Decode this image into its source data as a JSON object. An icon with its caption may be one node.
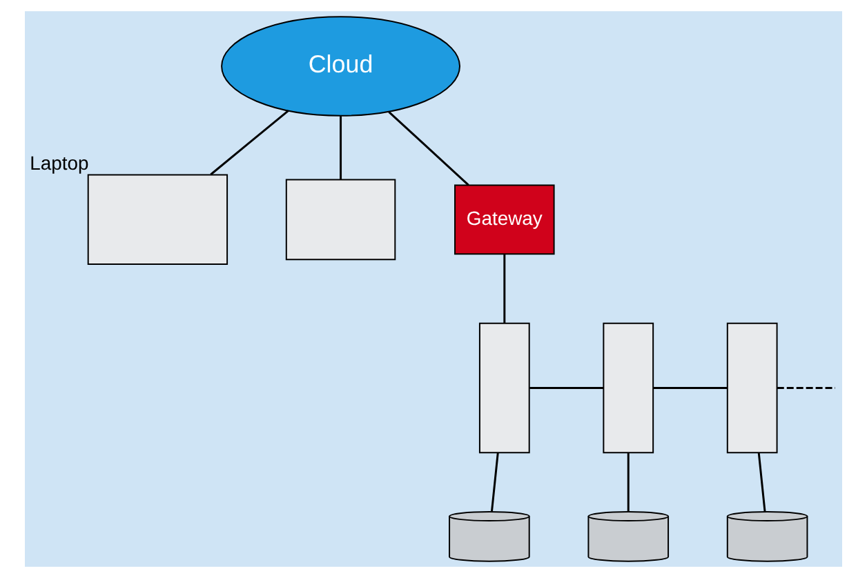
{
  "diagram": {
    "nodes": [
      {
        "text": [
          "Cloud"
        ]
      },
      {
        "text": [],
        "shape": "box",
        "beside": [
          "Laptop"
        ]
      },
      {
        "text": [],
        "shape": "box"
      },
      {
        "text": [
          "Gateway"
        ]
      },
      {
        "text": [],
        "shape": "box"
      },
      {
        "text": [],
        "shape": "box"
      },
      {
        "text": [],
        "shape": "box"
      },
      {
        "text": [],
        "shape": "cylinder"
      },
      {
        "text": [],
        "shape": "cylinder"
      },
      {
        "text": [],
        "shape": "cylinder"
      }
    ],
    "edges": [
      {
        "from": 0,
        "to": 3,
        "arrow": "none"
      },
      {
        "from": 0,
        "to": 1,
        "arrow": "none"
      },
      {
        "from": 0,
        "to": 2,
        "arrow": "none"
      },
      {
        "from": 3,
        "to": 4,
        "arrow": "none"
      },
      {
        "from": 4,
        "to": 5,
        "arrow": "none"
      },
      {
        "from": 5,
        "to": 6,
        "arrow": "none"
      },
      {
        "from": 6,
        "to": null,
        "arrow": "none",
        "style": "dashed"
      },
      {
        "from": 4,
        "to": 7,
        "arrow": "none"
      },
      {
        "from": 5,
        "to": 8,
        "arrow": "none"
      },
      {
        "from": 6,
        "to": 9,
        "arrow": "none"
      }
    ]
  }
}
